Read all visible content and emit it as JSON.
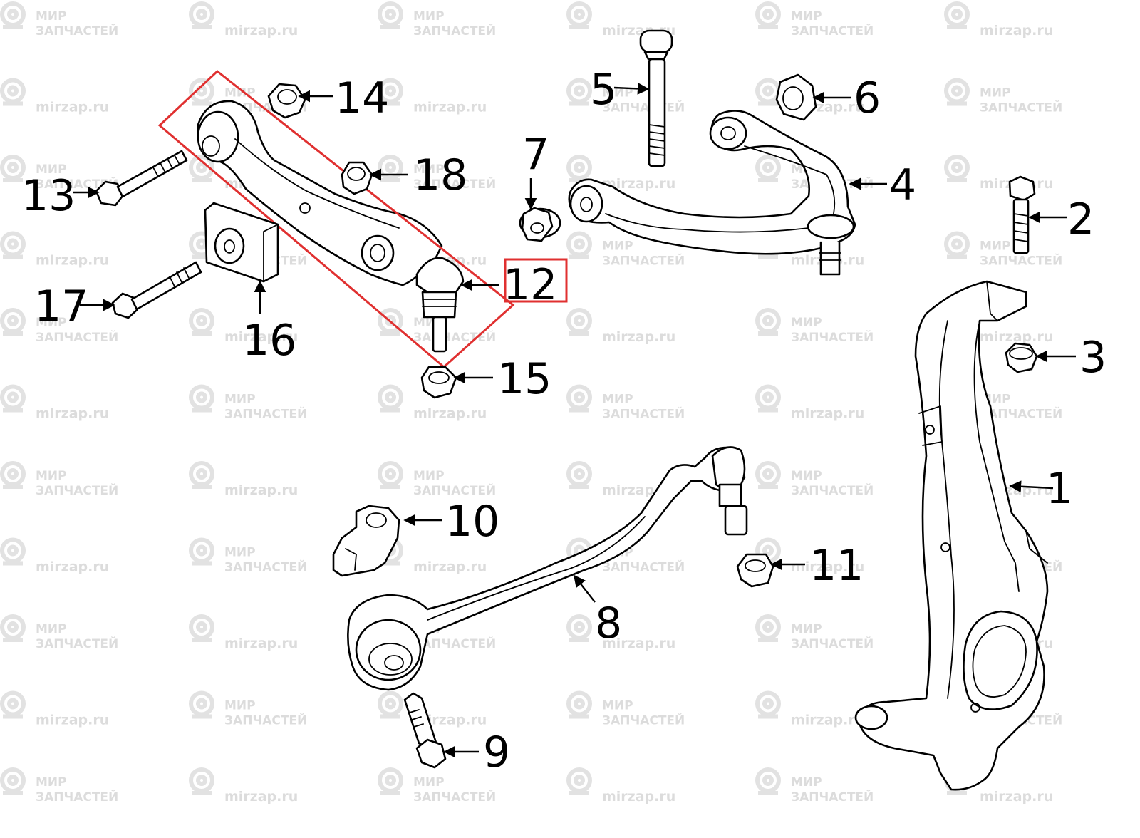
{
  "watermark": {
    "brand_line1": "МИР",
    "brand_line2": "ЗАПЧАСТЕЙ",
    "site": "mirzap.ru"
  },
  "callouts": [
    {
      "id": "1",
      "label": "1"
    },
    {
      "id": "2",
      "label": "2"
    },
    {
      "id": "3",
      "label": "3"
    },
    {
      "id": "4",
      "label": "4"
    },
    {
      "id": "5",
      "label": "5"
    },
    {
      "id": "6",
      "label": "6"
    },
    {
      "id": "7",
      "label": "7"
    },
    {
      "id": "8",
      "label": "8"
    },
    {
      "id": "9",
      "label": "9"
    },
    {
      "id": "10",
      "label": "10"
    },
    {
      "id": "11",
      "label": "11"
    },
    {
      "id": "12",
      "label": "12"
    },
    {
      "id": "13",
      "label": "13"
    },
    {
      "id": "14",
      "label": "14"
    },
    {
      "id": "15",
      "label": "15"
    },
    {
      "id": "16",
      "label": "16"
    },
    {
      "id": "17",
      "label": "17"
    },
    {
      "id": "18",
      "label": "18"
    }
  ],
  "highlight": {
    "part": "12",
    "color": "#e03030"
  }
}
